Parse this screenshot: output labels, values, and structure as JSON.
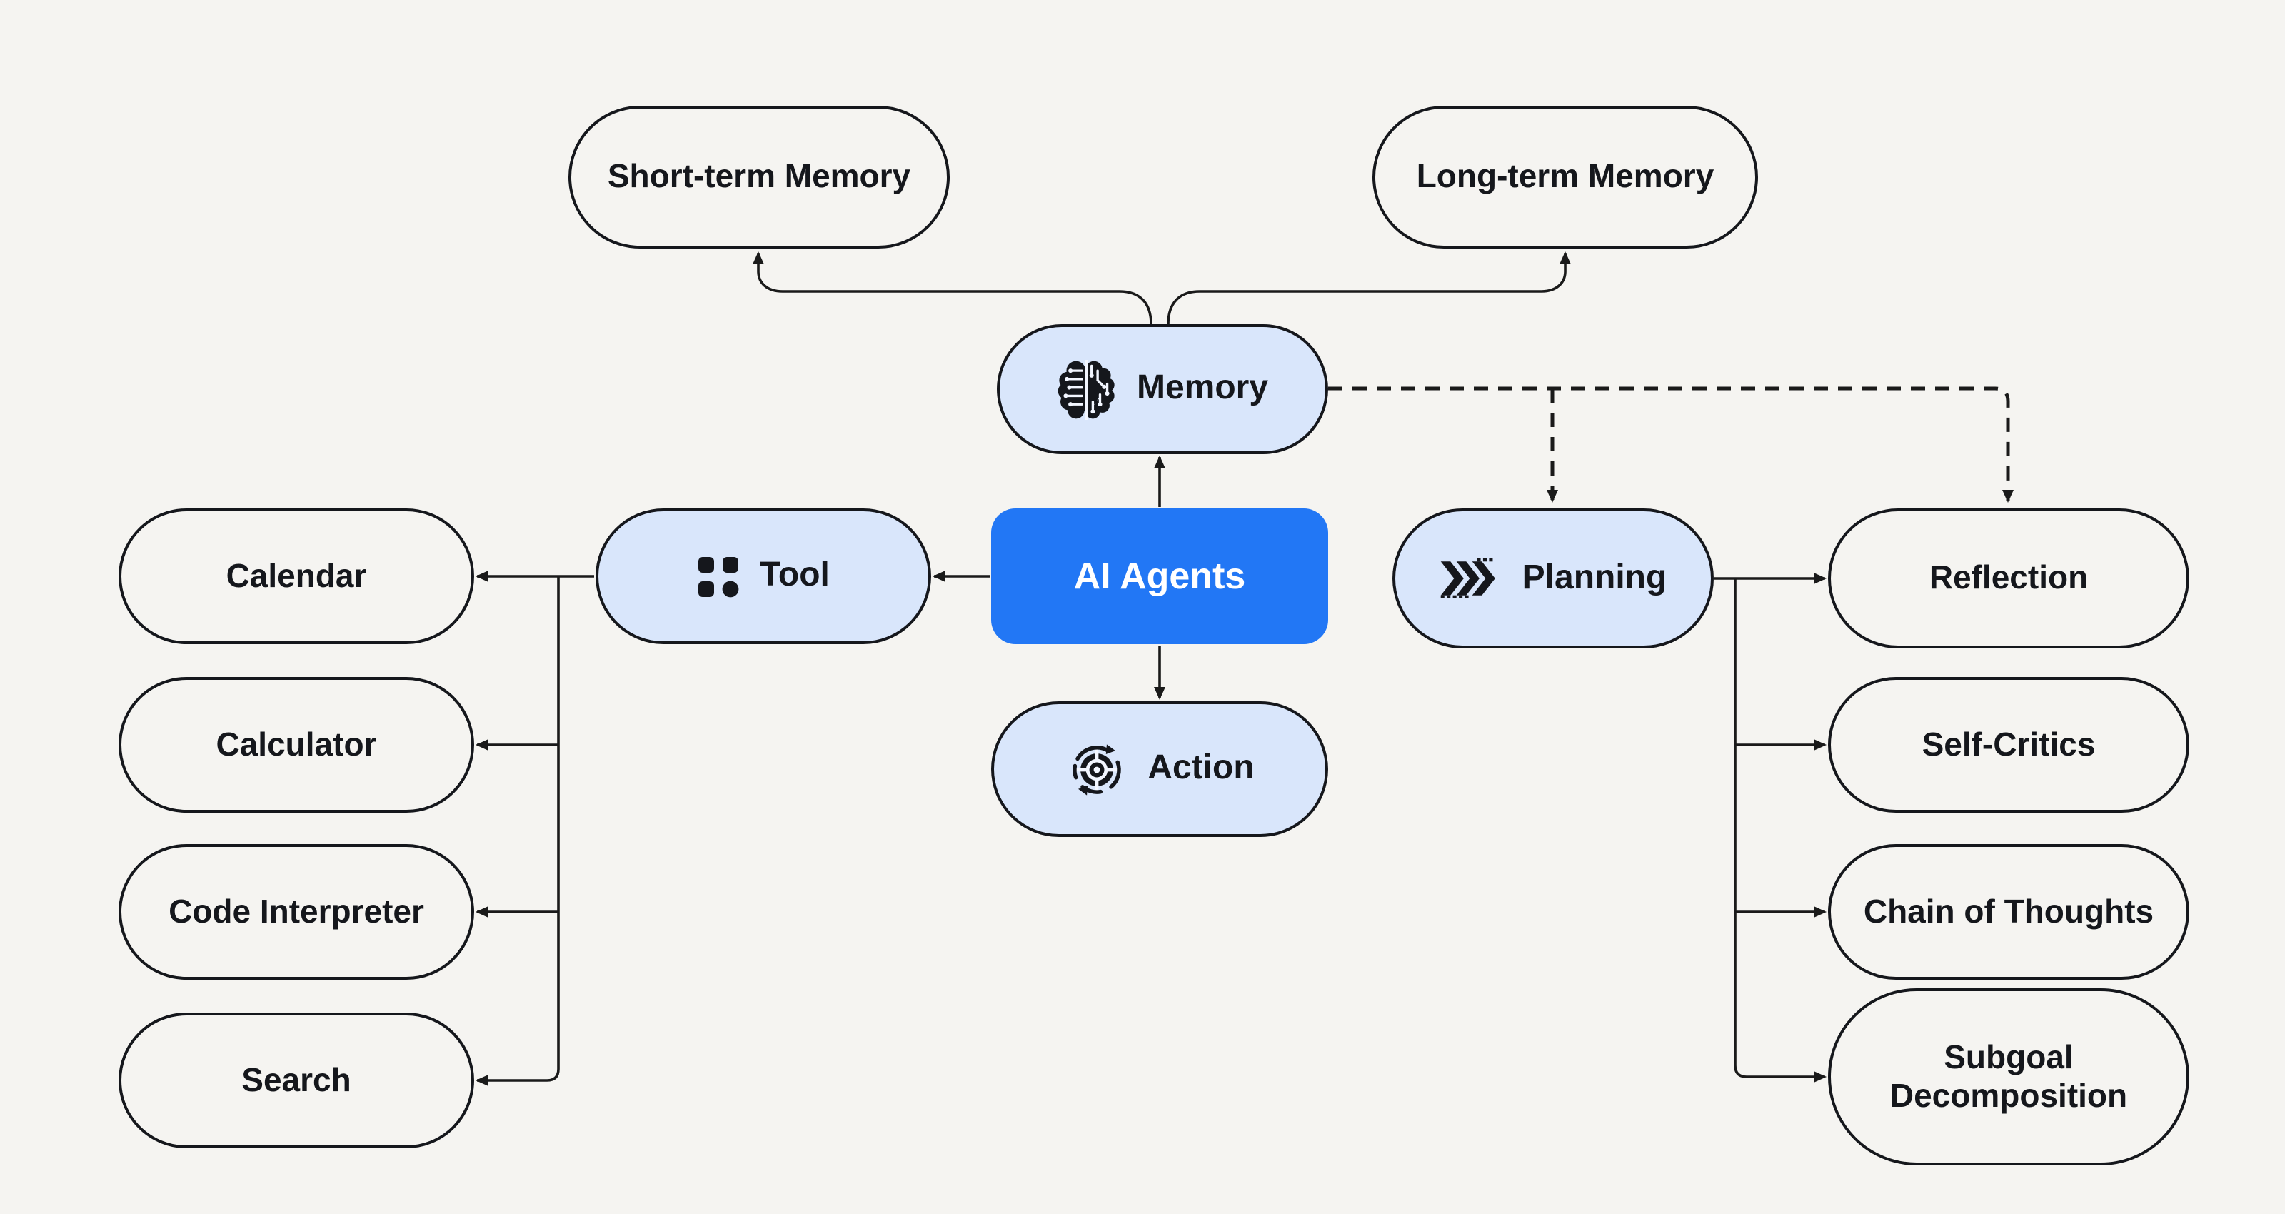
{
  "diagram": {
    "colors": {
      "background": "#f5f4f1",
      "accent_blue": "#2277f5",
      "hub_light_blue": "#d9e6fb",
      "outline": "#15171c"
    },
    "nodes": {
      "ai_agents": {
        "label": "AI Agents"
      },
      "memory": {
        "label": "Memory",
        "icon": "brain-circuit-icon"
      },
      "tool": {
        "label": "Tool",
        "icon": "apps-grid-icon"
      },
      "planning": {
        "label": "Planning",
        "icon": "fast-forward-chevrons-icon"
      },
      "action": {
        "label": "Action",
        "icon": "target-cycle-icon"
      },
      "short_term": {
        "label": "Short-term Memory"
      },
      "long_term": {
        "label": "Long-term Memory"
      },
      "calendar": {
        "label": "Calendar"
      },
      "calculator": {
        "label": "Calculator"
      },
      "code_interpreter": {
        "label": "Code Interpreter"
      },
      "search": {
        "label": "Search"
      },
      "reflection": {
        "label": "Reflection"
      },
      "self_critics": {
        "label": "Self-Critics"
      },
      "chain_of_thoughts": {
        "label": "Chain of Thoughts"
      },
      "subgoal_decomposition": {
        "label": "Subgoal Decomposition"
      }
    },
    "edges": [
      {
        "from": "ai_agents",
        "to": "memory",
        "style": "solid-arrow"
      },
      {
        "from": "ai_agents",
        "to": "tool",
        "style": "solid-arrow"
      },
      {
        "from": "ai_agents",
        "to": "action",
        "style": "solid-arrow"
      },
      {
        "from": "memory",
        "to": "short_term",
        "style": "solid-arrow"
      },
      {
        "from": "memory",
        "to": "long_term",
        "style": "solid-arrow"
      },
      {
        "from": "tool",
        "to": "calendar",
        "style": "solid-arrow"
      },
      {
        "from": "tool",
        "to": "calculator",
        "style": "solid-arrow"
      },
      {
        "from": "tool",
        "to": "code_interpreter",
        "style": "solid-arrow"
      },
      {
        "from": "tool",
        "to": "search",
        "style": "solid-arrow"
      },
      {
        "from": "planning",
        "to": "reflection",
        "style": "solid-arrow"
      },
      {
        "from": "planning",
        "to": "self_critics",
        "style": "solid-arrow"
      },
      {
        "from": "planning",
        "to": "chain_of_thoughts",
        "style": "solid-arrow"
      },
      {
        "from": "planning",
        "to": "subgoal_decomposition",
        "style": "solid-arrow"
      },
      {
        "from": "memory",
        "to": "planning",
        "style": "dashed-arrow"
      },
      {
        "from": "memory",
        "to": "reflection",
        "style": "dashed-arrow"
      }
    ]
  }
}
